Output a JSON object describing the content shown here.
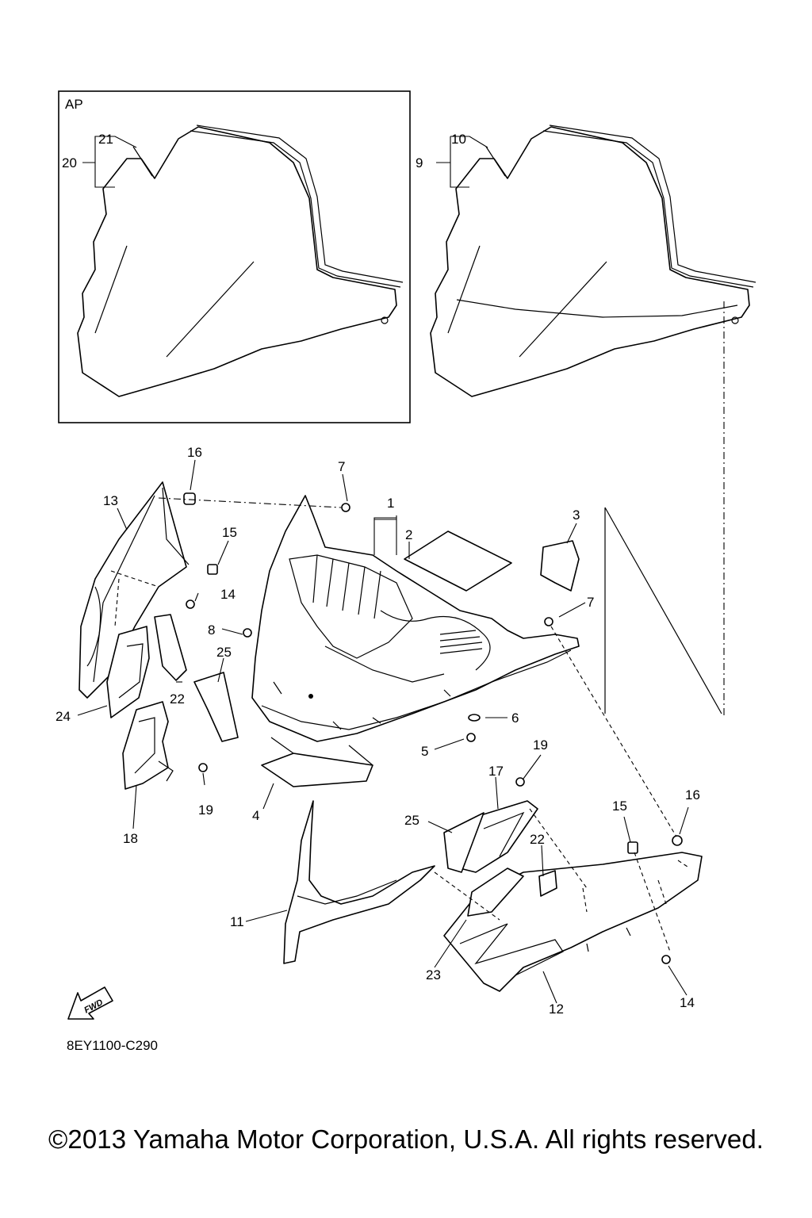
{
  "callouts": {
    "c1": "1",
    "c2": "2",
    "c3": "3",
    "c4": "4",
    "c5": "5",
    "c6": "6",
    "c7a": "7",
    "c7b": "7",
    "c8": "8",
    "c9": "9",
    "c10": "10",
    "c11": "11",
    "c12": "12",
    "c13": "13",
    "c14a": "14",
    "c14b": "14",
    "c15a": "15",
    "c15b": "15",
    "c16a": "16",
    "c16b": "16",
    "c17": "17",
    "c18": "18",
    "c19a": "19",
    "c19b": "19",
    "c20": "20",
    "c21": "21",
    "c22a": "22",
    "c22b": "22",
    "c23": "23",
    "c24": "24",
    "c25a": "25",
    "c25b": "25"
  },
  "inset_label": "AP",
  "fwd_label": "FWD",
  "drawing_code": "8EY1100-C290",
  "copyright": "©2013 Yamaha Motor Corporation, U.S.A. All rights reserved."
}
